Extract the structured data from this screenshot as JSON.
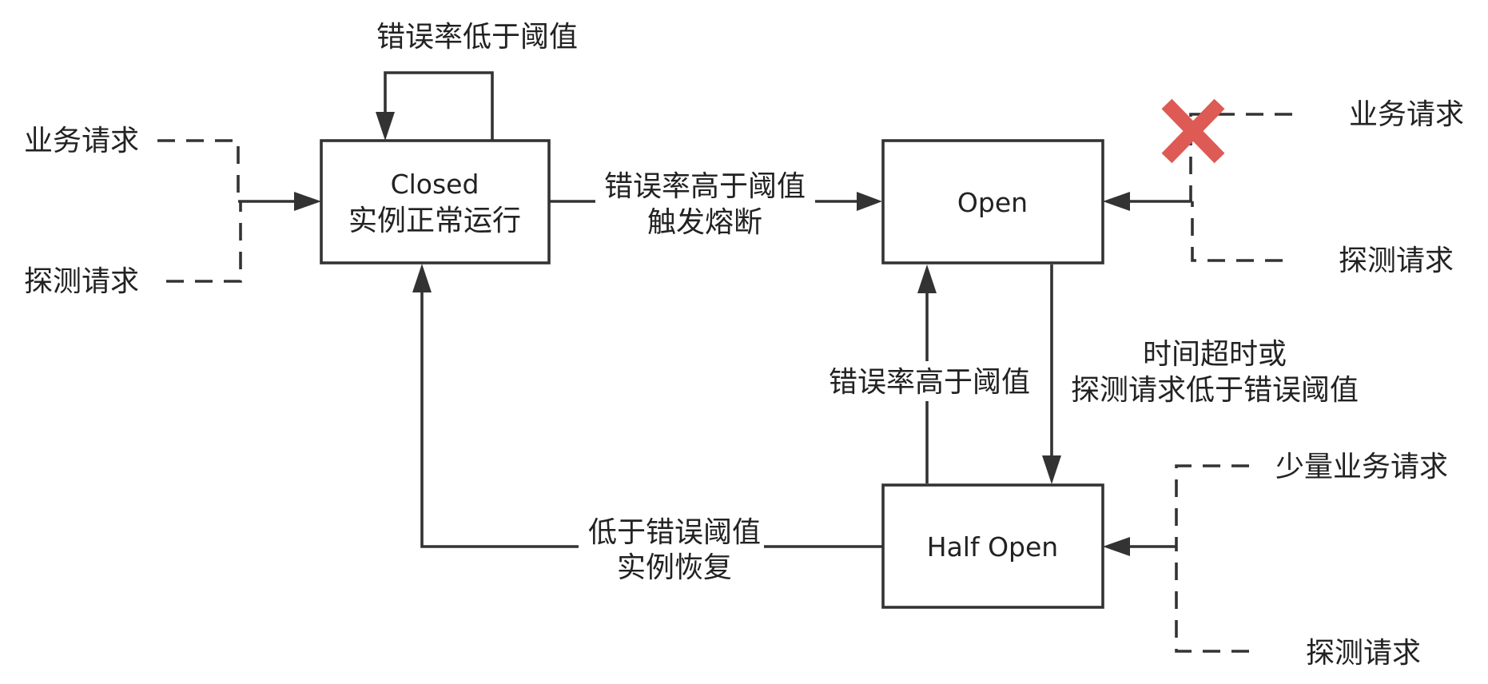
{
  "states": {
    "closed": {
      "title": "Closed",
      "subtitle": "实例正常运行"
    },
    "open": {
      "title": "Open"
    },
    "half_open": {
      "title": "Half Open"
    }
  },
  "transitions": {
    "closed_self_loop": "错误率低于阈值",
    "closed_to_open": [
      "错误率高于阈值",
      "触发熔断"
    ],
    "half_open_to_open": "错误率高于阈值",
    "open_to_half_open": [
      "时间超时或",
      "探测请求低于错误阈值"
    ],
    "half_open_to_closed": [
      "低于错误阈值",
      "实例恢复"
    ]
  },
  "inputs": {
    "closed": [
      "业务请求",
      "探测请求"
    ],
    "open": [
      "业务请求",
      "探测请求"
    ],
    "half_open": [
      "少量业务请求",
      "探测请求"
    ]
  },
  "colors": {
    "line": "#333333",
    "text": "#222222",
    "blocked_marker": "#dd5a55"
  }
}
